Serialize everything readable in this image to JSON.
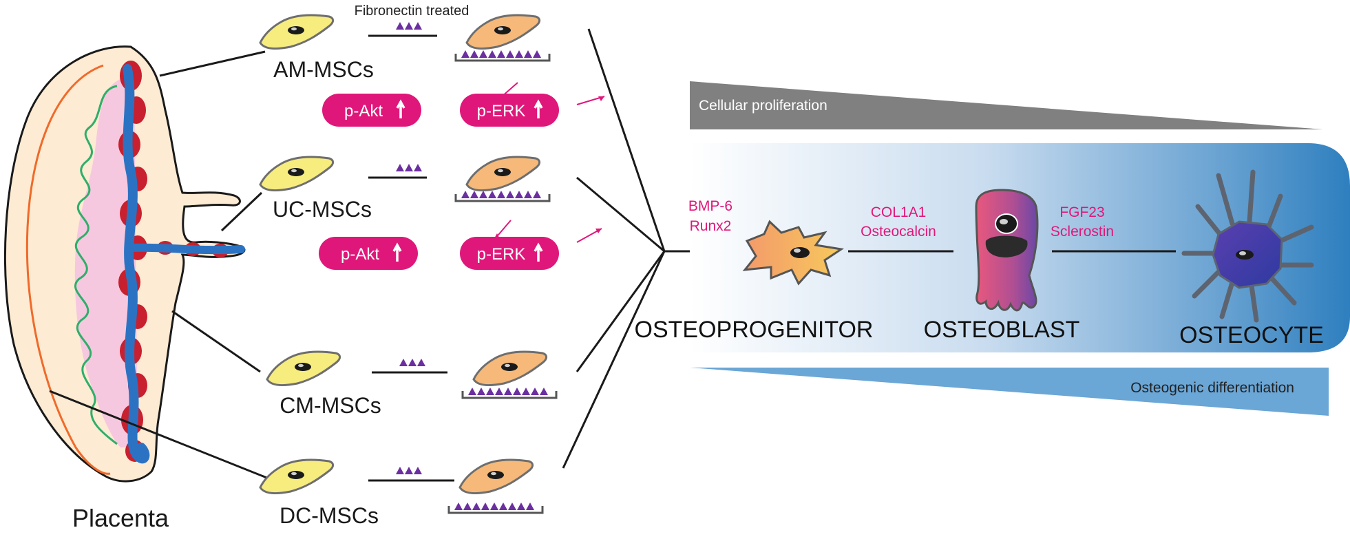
{
  "header": {
    "title": "Fibronectin treated"
  },
  "placenta": {
    "label": "Placenta"
  },
  "cells": [
    {
      "label": "AM-MSCs",
      "pakt": "p-Akt",
      "perk": "p-ERK"
    },
    {
      "label": "UC-MSCs",
      "pakt": "p-Akt",
      "perk": "p-ERK"
    },
    {
      "label": "CM-MSCs"
    },
    {
      "label": "DC-MSCs"
    }
  ],
  "bars": {
    "proliferation": "Cellular proliferation",
    "differentiation": "Osteogenic differentiation"
  },
  "stages": [
    {
      "name": "OSTEOPROGENITOR",
      "markers": [
        "BMP-6",
        "Runx2"
      ]
    },
    {
      "name": "OSTEOBLAST",
      "markers": [
        "COL1A1",
        "Osteocalcin"
      ]
    },
    {
      "name": "OSTEOCYTE",
      "markers": [
        "FGF23",
        "Sclerostin"
      ]
    }
  ],
  "colors": {
    "magenta": "#e0177a",
    "panel_blue": "#2e7fbf",
    "proliferation_bar": "#808080",
    "differentiation_bar": "#6aa6d6",
    "cell_yellow": "#f7ec7e",
    "cell_orange": "#f6b979",
    "fibronectin": "#6b2fa0"
  }
}
